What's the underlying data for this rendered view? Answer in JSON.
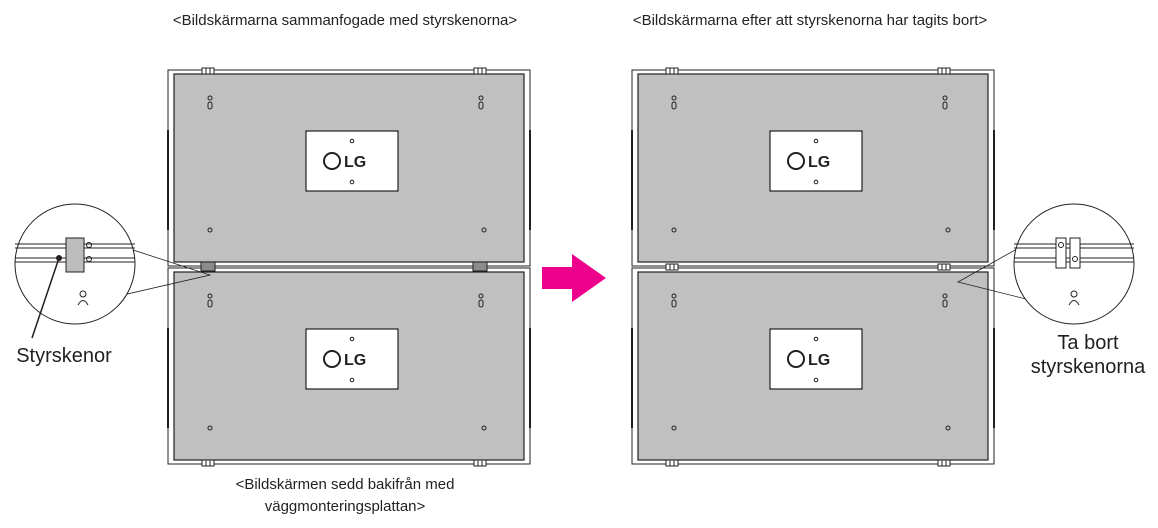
{
  "captions": {
    "left_top": "<Bildskärmarna sammanfogade med styrskenorna>",
    "right_top": "<Bildskärmarna efter att styrskenorna har tagits bort>",
    "left_bottom": "<Bildskärmen sedd bakifrån med väggmonteringsplattan>"
  },
  "labels": {
    "guide_rails": "Styrskenor",
    "remove_rails_line1": "Ta bort",
    "remove_rails_line2": "styrskenorna"
  },
  "logo": {
    "text": "LG"
  },
  "colors": {
    "panel_fill": "#c0c0c0",
    "frame": "#231f20",
    "arrow": "#ec008c"
  }
}
